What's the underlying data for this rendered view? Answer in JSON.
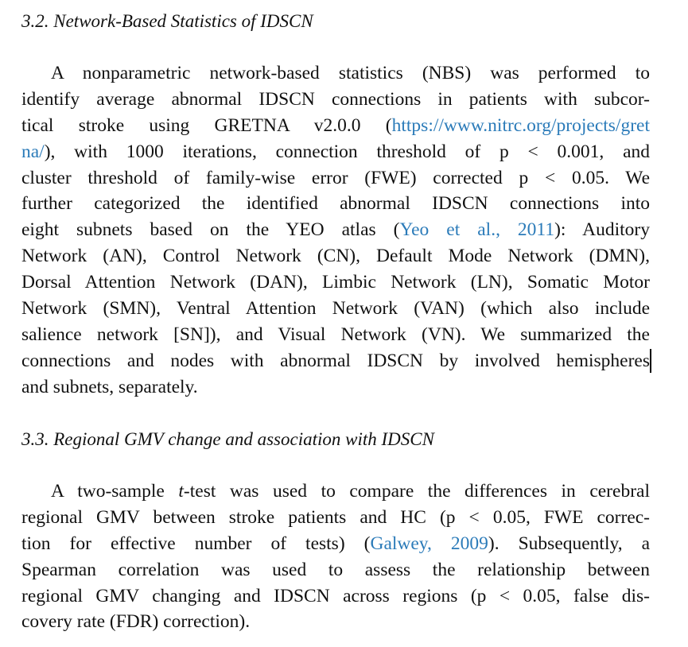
{
  "section_3_2": {
    "heading": "3.2.  Network-Based Statistics of IDSCN",
    "lines": [
      [
        {
          "t": "A nonparametric network-based statistics (NBS) was performed to"
        }
      ],
      [
        {
          "t": "identify average abnormal IDSCN connections in patients with subcor-"
        }
      ],
      [
        {
          "t": "tical stroke using GRETNA v2.0.0 ("
        },
        {
          "t": "https://www.nitrc.org/projects/gret",
          "s": "link"
        }
      ],
      [
        {
          "t": "na/",
          "s": "link"
        },
        {
          "t": "), with 1000 iterations, connection threshold of p < 0.001, and"
        }
      ],
      [
        {
          "t": "cluster threshold of family-wise error (FWE) corrected p < 0.05. We"
        }
      ],
      [
        {
          "t": "further categorized the identified abnormal IDSCN connections into"
        }
      ],
      [
        {
          "t": "eight subnets based on the YEO atlas ("
        },
        {
          "t": "Yeo et al., 2011",
          "s": "link"
        },
        {
          "t": "): Auditory"
        }
      ],
      [
        {
          "t": "Network (AN), Control Network (CN), Default Mode Network (DMN),"
        }
      ],
      [
        {
          "t": "Dorsal Attention Network (DAN), Limbic Network (LN), Somatic Motor"
        }
      ],
      [
        {
          "t": "Network (SMN), Ventral Attention Network (VAN) (which also include"
        }
      ],
      [
        {
          "t": "salience network [SN]), and Visual Network (VN). We summarized the"
        }
      ],
      [
        {
          "t": "connections and nodes with abnormal IDSCN by involved hemispheres"
        }
      ],
      [
        {
          "t": "and subnets, separately."
        }
      ]
    ]
  },
  "section_3_3": {
    "heading": "3.3.  Regional GMV change and association with IDSCN",
    "lines": [
      [
        {
          "t": "A two-sample "
        },
        {
          "t": "t",
          "s": "it"
        },
        {
          "t": "-test was used to compare the differences in cerebral"
        }
      ],
      [
        {
          "t": "regional GMV between stroke patients and HC (p < 0.05, FWE correc-"
        }
      ],
      [
        {
          "t": "tion for effective number of tests) ("
        },
        {
          "t": "Galwey, 2009",
          "s": "link"
        },
        {
          "t": "). Subsequently, a"
        }
      ],
      [
        {
          "t": "Spearman correlation was used to assess the relationship between"
        }
      ],
      [
        {
          "t": "regional GMV changing and IDSCN across regions (p < 0.05, false dis-"
        }
      ],
      [
        {
          "t": "covery rate (FDR) correction)."
        }
      ]
    ]
  },
  "colors": {
    "link": "#2b7bb9"
  }
}
